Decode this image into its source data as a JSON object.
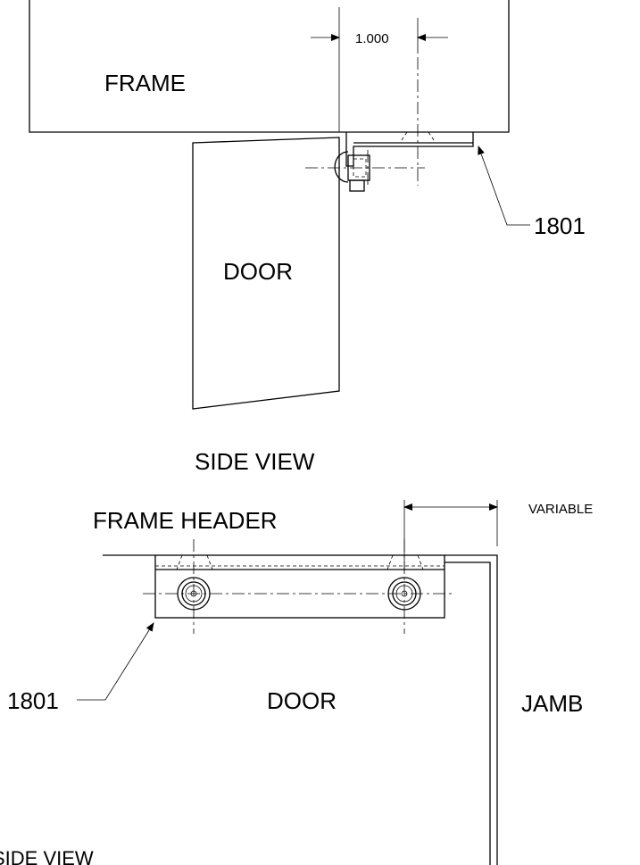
{
  "top_view": {
    "frame_label": "FRAME",
    "door_label": "DOOR",
    "view_label": "SIDE VIEW",
    "dimension_label": "1.000",
    "part_number": "1801"
  },
  "bottom_view": {
    "frame_header_label": "FRAME HEADER",
    "dimension_label": "VARIABLE",
    "door_label": "DOOR",
    "jamb_label": "JAMB",
    "part_number": "1801",
    "view_label": "SIDE VIEW"
  }
}
